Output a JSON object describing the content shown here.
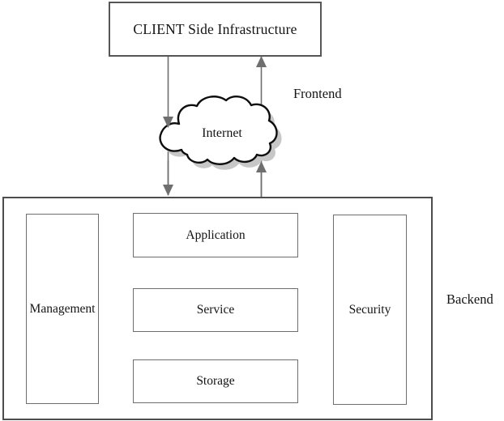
{
  "nodes": {
    "client": "CLIENT Side Infrastructure",
    "internet": "Internet",
    "application": "Application",
    "service": "Service",
    "storage": "Storage",
    "management": "Management",
    "security": "Security"
  },
  "labels": {
    "frontend": "Frontend",
    "backend": "Backend"
  },
  "icons": {
    "cloud": "internet-cloud-icon",
    "down_arrow": "arrow-down-icon",
    "up_arrow": "arrow-up-icon"
  },
  "colors": {
    "background": "#ffffff",
    "text": "#141414",
    "client_box_border": "#565656",
    "backend_box_border": "#4d4d4d",
    "inner_box_border": "#6e6e6e",
    "arrow": "#6f6f6f",
    "cloud_outline": "#0d0d0d",
    "cloud_shadow": "#c7c7c7"
  }
}
